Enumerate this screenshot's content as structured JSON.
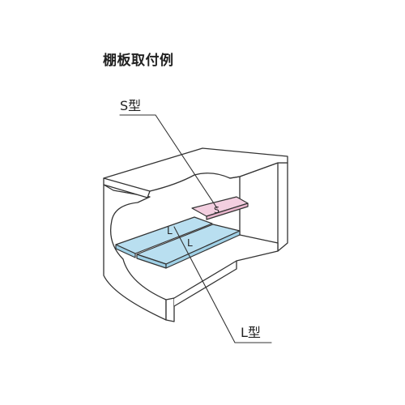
{
  "title": "棚板取付例",
  "callouts": {
    "s_type": "S型",
    "l_type": "L型"
  },
  "panel_letters": {
    "s": "S",
    "l_left": "L",
    "l_right": "L"
  },
  "colors": {
    "s_shelf": "#f3cfe0",
    "l_shelf": "#b9dff0",
    "outline": "#333333",
    "body": "#ffffff"
  }
}
